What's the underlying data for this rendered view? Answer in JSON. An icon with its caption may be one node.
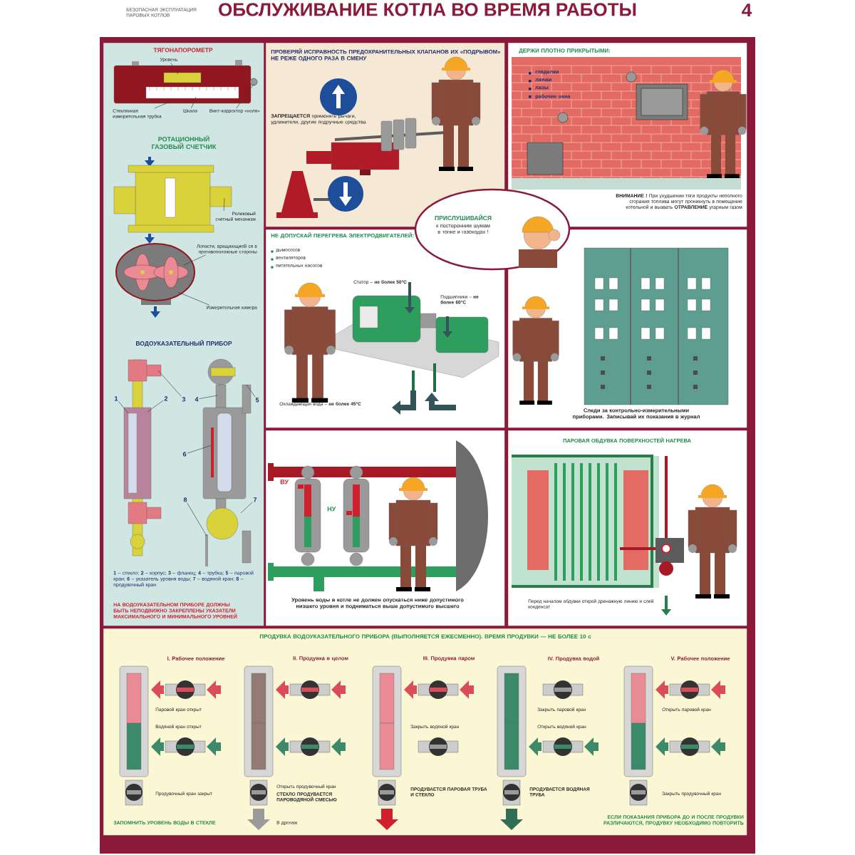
{
  "diagram": {
    "title": "ОБСЛУЖИВАНИЕ КОТЛА ВО ВРЕМЯ РАБОТЫ",
    "nodes": [
      {
        "text": [
          "ТЯГОНАПОРОМЕТР",
          "РОТАЦИОННЫЙ ГАЗОВЫЙ СЧЕТЧИК",
          "ВОДОУКАЗАТЕЛЬНЫЙ ПРИБОР",
          "**1** – стекло; **2** – корпус; **3** – фланец; **4** – трубка; **5** – паровой кран; **6** – указатель уровня воды; **7** – водяной кран; **8** – продувочный кран",
          "НА ВОДОУКАЗАТЕЛЬНОМ ПРИБОРЕ ДОЛЖНЫ БЫТЬ НЕПОДВИЖНО ЗАКРЕПЛЕНЫ УКАЗАТЕЛИ МАКСИМАЛЬНОГО И МИНИМАЛЬНОГО УРОВНЕЙ"
        ]
      },
      {
        "text": [
          "ПРОВЕРЯЙ ИСПРАВНОСТЬ ПРЕДОХРАНИТЕЛЬНЫХ КЛАПАНОВ ИХ «ПОДРЫВОМ» НЕ РЕЖЕ ОДНОГО РАЗА В СМЕНУ",
          "**ЗАПРЕЩАЕТСЯ** применять рычаги, удлинители, другие подручные средства"
        ]
      },
      {
        "text": [
          "ДЕРЖИ ПЛОТНО ПРИКРЫТЫМИ:",
          "гляделки",
          "лючки",
          "лазы",
          "рабочие окна",
          "**ВНИМАНИЕ !** При ухудшении тяги продукты неполного сгорания топлива могут проникнуть в помещение котельной и вызвать **ОТРАВЛЕНИЕ** угарным газом"
        ]
      },
      {
        "text": [
          "ПРИСЛУШИВАЙСЯ",
          "к посторонним шумам в топке и газоходах !"
        ]
      },
      {
        "text": [
          "НЕ ДОПУСКАЙ ПЕРЕГРЕВА ЭЛЕКТРОДВИГАТЕЛЕЙ:",
          "дымососов",
          "вентиляторов",
          "питательных насосов",
          "Статор – **не более 50°C**",
          "Подшипники – **не более 60°C**",
          "Охлаждающая вода – **не более 45°C**"
        ]
      },
      {
        "text": [
          "Следи за контрольно-измерительными приборами. Записывай их показания в журнал"
        ]
      },
      {
        "text": [
          "ВУ",
          "НУ",
          "Уровень воды в котле не должен опускаться ниже допустимого низшего уровня и подниматься выше допустимого высшего"
        ]
      },
      {
        "text": [
          "ПАРОВАЯ ОБДУВКА ПОВЕРХНОСТЕЙ НАГРЕВА",
          "Перед началом обдувки открой дренажную линию и слей конденсат"
        ]
      },
      {
        "text": [
          "ПРОДУВКА ВОДОУКАЗАТЕЛЬНОГО ПРИБОРА (ВЫПОЛНЯЕТСЯ ЕЖЕСМЕННО). ВРЕМЯ ПРОДУВКИ — НЕ БОЛЕЕ 10 с",
          "I. Рабочее положение",
          "Паровой кран открыт",
          "Водяной кран открыт",
          "Продувочный кран закрыт",
          "ЗАПОМНИТЬ УРОВЕНЬ ВОДЫ В СТЕКЛЕ",
          "II. Продувка в целом",
          "Открыть продувочный кран",
          "СТЕКЛО ПРОДУВАЕТСЯ ПАРОВОДЯНОЙ СМЕСЬЮ",
          "В дренаж",
          "III. Продувка паром",
          "Закрыть водяной кран",
          "ПРОДУВАЕТСЯ ПАРОВАЯ ТРУБА И СТЕКЛО",
          "IV. Продувка водой",
          "Закрыть паровой кран",
          "Открыть водяной кран",
          "ПРОДУВАЕТСЯ ВОДЯНАЯ ТРУБА",
          "V. Рабочее положение",
          "Открыть паровой кран",
          "Закрыть продувочный кран",
          "ЕСЛИ ПОКАЗАНИЯ ПРИБОРА ДО И ПОСЛЕ ПРОДУВКИ РАЗЛИЧАЮТСЯ, ПРОДУВКУ НЕОБХОДИМО ПОВТОРИТЬ"
        ]
      },
      {
        "text": [
          "Уровень"
        ],
        "in": 0
      },
      {
        "text": [
          "Стеклянная измерительная трубка"
        ],
        "in": 0
      },
      {
        "text": [
          "Шкала"
        ],
        "in": 0
      },
      {
        "text": [
          "Винт-корректор «ноля»"
        ],
        "in": 0
      },
      {
        "text": [
          "Роликовый счетный механизм"
        ],
        "in": 0
      },
      {
        "text": [
          "Лопасти, вращающиеВ ся в противоположные стороны"
        ],
        "in": 0
      },
      {
        "text": [
          "Измерительная камера"
        ],
        "in": 0
      },
      {
        "text": [
          "1"
        ],
        "in": 0
      },
      {
        "text": [
          "2"
        ],
        "in": 0
      },
      {
        "text": [
          "3"
        ],
        "in": 0
      },
      {
        "text": [
          "4"
        ],
        "in": 0
      },
      {
        "text": [
          "5"
        ],
        "in": 0
      },
      {
        "text": [
          "6"
        ],
        "in": 0
      },
      {
        "text": [
          "7"
        ],
        "in": 0
      },
      {
        "text": [
          "8"
        ],
        "in": 0
      },
      {
        "text": [],
        "shape": "picture",
        "in": 0
      },
      {
        "text": [],
        "shape": "picture",
        "in": 0
      },
      {
        "text": [],
        "shape": "picture",
        "in": 0
      },
      {
        "text": [],
        "shape": "picture",
        "in": 0
      },
      {
        "text": [],
        "shape": "picture",
        "in": 0
      }
    ],
    "edges": [
      {
        "from": 9,
        "to": 24,
        "arrow": "none"
      },
      {
        "from": 10,
        "to": 24,
        "arrow": "none"
      },
      {
        "from": 11,
        "to": 24,
        "arrow": "none"
      },
      {
        "from": 12,
        "to": 24,
        "arrow": "none"
      },
      {
        "from": 13,
        "to": 25,
        "arrow": "none"
      },
      {
        "from": 14,
        "to": 26,
        "arrow": "none"
      },
      {
        "from": 15,
        "to": 26,
        "arrow": "none"
      },
      {
        "from": 16,
        "to": 27,
        "arrow": "none"
      },
      {
        "from": 17,
        "to": 27,
        "arrow": "none"
      },
      {
        "from": 18,
        "to": 27,
        "arrow": "none"
      },
      {
        "from": 19,
        "to": 28,
        "arrow": "none"
      },
      {
        "from": 20,
        "to": 28,
        "arrow": "none"
      },
      {
        "from": 21,
        "to": 28,
        "arrow": "none"
      },
      {
        "from": 22,
        "to": 28,
        "arrow": "none"
      },
      {
        "from": 23,
        "to": 28,
        "arrow": "none"
      }
    ],
    "labels": [
      "БЕЗОПАСНАЯ ЭКСПЛУАТАЦИЯ ПАРОВЫХ КОТЛОВ",
      "4"
    ]
  }
}
